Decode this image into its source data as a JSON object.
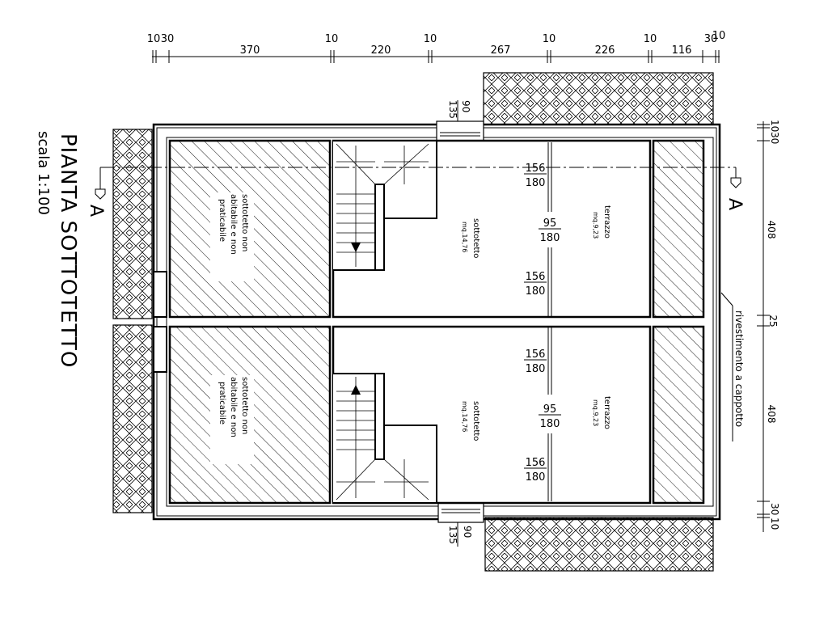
{
  "drawing": {
    "title": "PIANTA SOTTOTETTO",
    "scale": "scala 1:100",
    "section_marker": "A",
    "annotation": "rivestimento a cappotto"
  },
  "top_dimensions": [
    "10",
    "30",
    "370",
    "10",
    "220",
    "10",
    "267",
    "10",
    "226",
    "10",
    "116",
    "30",
    "10"
  ],
  "right_dimensions": [
    "10",
    "30",
    "408",
    "25",
    "408",
    "30",
    "10"
  ],
  "window_dims": {
    "top": [
      "90",
      "135"
    ],
    "bottom": [
      "90",
      "135"
    ]
  },
  "rooms": {
    "nonhab_top": [
      "sottotetto non",
      "abitabile e non",
      "praticabile"
    ],
    "nonhab_bottom": [
      "sottotetto non",
      "abitabile e non",
      "praticabile"
    ],
    "attic_top": {
      "name": "sottotetto",
      "area": "mq.14,76"
    },
    "attic_bottom": {
      "name": "sottotetto",
      "area": "mq.14,76"
    },
    "terrace_top": {
      "name": "terrazzo",
      "area": "mq.9,23"
    },
    "terrace_bottom": {
      "name": "terrazzo",
      "area": "mq.9,23"
    }
  },
  "openings": {
    "top_1": {
      "w": "156",
      "h": "180"
    },
    "top_2": {
      "w": "95",
      "h": "180"
    },
    "top_3": {
      "w": "156",
      "h": "180"
    },
    "bot_1": {
      "w": "156",
      "h": "180"
    },
    "bot_2": {
      "w": "95",
      "h": "180"
    },
    "bot_3": {
      "w": "156",
      "h": "180"
    }
  }
}
